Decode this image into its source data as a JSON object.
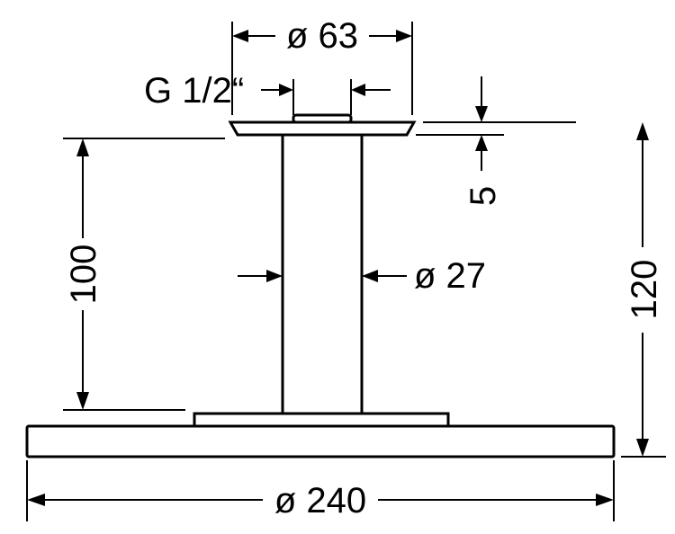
{
  "dimensions": {
    "top_diameter": "ø 63",
    "thread": "G 1/2“",
    "plate_thickness": "5",
    "arm_length": "100",
    "arm_diameter": "ø 27",
    "total_height": "120",
    "head_diameter": "ø 240"
  }
}
